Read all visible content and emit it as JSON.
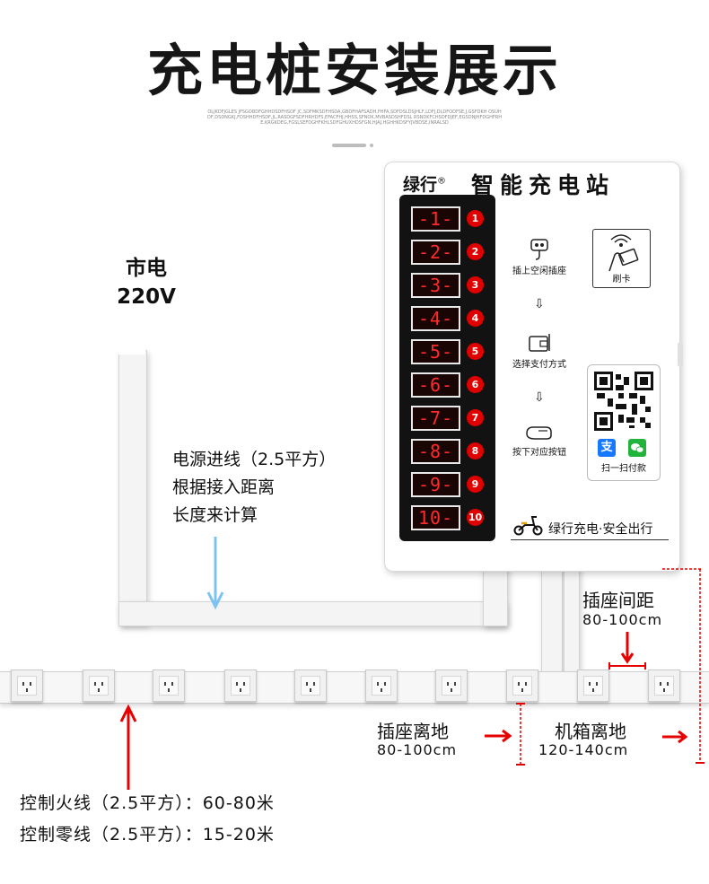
{
  "title": "充电桩安装展示",
  "subtitle_fineprint": "OLJKDFJGLES JFSGOBDFGHHDSDFHSDF JC,SDFMKSDFHSDA,GBDFHAFSADH,FHFA,SDFDSLDSJHLF,LDFJ,DLDFODFSE,J,GSFDKH OSUHDF,DSDNGKJ,FDSHHDFHSDF,JL,RASDGFSDFHRHDFS,EFACFHJ,HHSS,SFNOK,MVBASDSHFDSL RSNDKFCHSDFDJEF,EGSDNJHFDGHFRHE,KRGKDEG,FGSLSEFDGHFKHLSDFGHUXHDSFGN,HJAJ,HGHHKDSFYJVBDSE,INRALSD",
  "mains": {
    "line1": "市电",
    "line2": "220V"
  },
  "feed_note": [
    "电源进线（2.5平方）",
    "根据接入距离",
    "长度来计算"
  ],
  "station": {
    "brand": "绿行",
    "brand_mark": "®",
    "name": "智能充电站",
    "slots": [
      {
        "display": "-1-",
        "number": "1"
      },
      {
        "display": "-2-",
        "number": "2"
      },
      {
        "display": "-3-",
        "number": "3"
      },
      {
        "display": "-4-",
        "number": "4"
      },
      {
        "display": "-5-",
        "number": "5"
      },
      {
        "display": "-6-",
        "number": "6"
      },
      {
        "display": "-7-",
        "number": "7"
      },
      {
        "display": "-8-",
        "number": "8"
      },
      {
        "display": "-9-",
        "number": "9"
      },
      {
        "display": "10-",
        "number": "10"
      }
    ],
    "steps": [
      "插上空闲插座",
      "选择支付方式",
      "按下对应按钮"
    ],
    "card_label": "刷卡",
    "scan_label": "扫一扫付款",
    "alipay_glyph": "支",
    "slogan": "绿行充电·安全出行",
    "led_color": "#ff2a2a",
    "number_badge_color": "#e00000"
  },
  "dimensions": {
    "outlet_spacing": {
      "label": "插座间距",
      "value": "80-100cm"
    },
    "outlet_height": {
      "label": "插座离地",
      "value": "80-100cm"
    },
    "cabinet_height": {
      "label": "机箱离地",
      "value": "120-140cm"
    }
  },
  "wiring": [
    "控制火线（2.5平方）：60-80米",
    "控制零线（2.5平方）：15-20米"
  ],
  "colors": {
    "feed_arrow": "#7cc4ef",
    "dimension_red": "#e60000"
  }
}
